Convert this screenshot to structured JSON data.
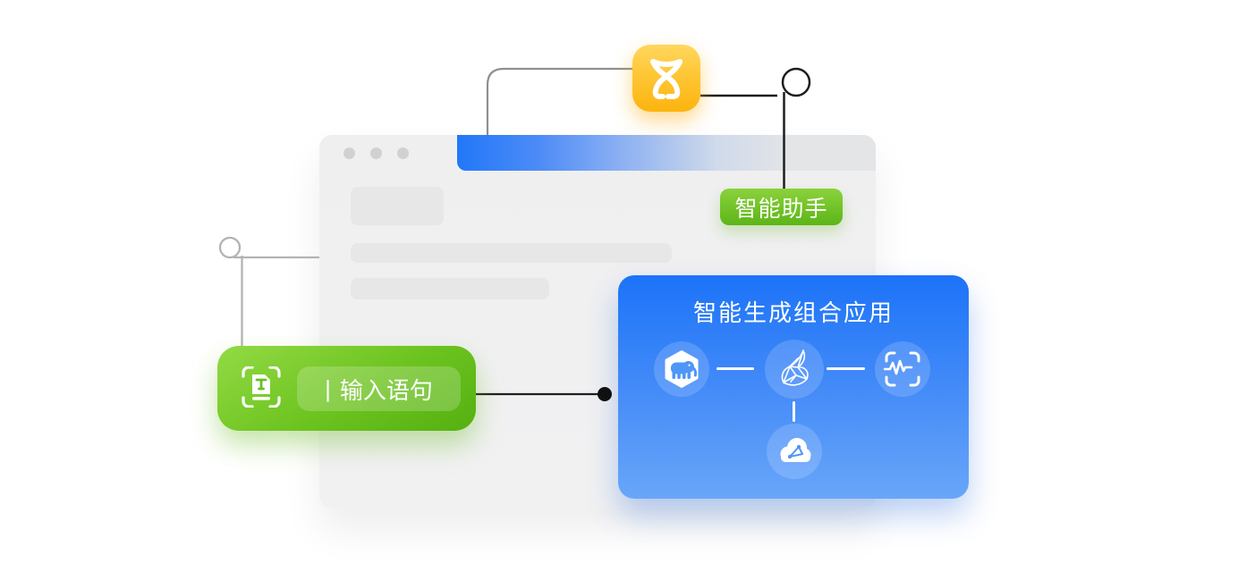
{
  "colors": {
    "accent_blue": "#2277f8",
    "accent_green": "#6cc31f",
    "accent_orange": "#fcb40f",
    "window_bg": "#f0f0f1",
    "wire_dark": "#1e1e1e",
    "wire_gray": "#a9a9a9"
  },
  "hourglass": {
    "icon": "hourglass-icon"
  },
  "browser_window": {
    "traffic_dots": 3,
    "placeholder_blocks": 3,
    "header_gradient": [
      "#2277f8",
      "#e4e5e7"
    ]
  },
  "assistant_badge": {
    "label": "智能助手"
  },
  "input_tag": {
    "icon": "text-scan-icon",
    "cursor": "|",
    "label": "输入语句"
  },
  "panel": {
    "title": "智能生成组合应用",
    "nodes": [
      {
        "name": "database-elephant-icon"
      },
      {
        "name": "mesh-model-icon"
      },
      {
        "name": "pulse-frame-icon"
      },
      {
        "name": "cloud-network-icon"
      }
    ]
  }
}
